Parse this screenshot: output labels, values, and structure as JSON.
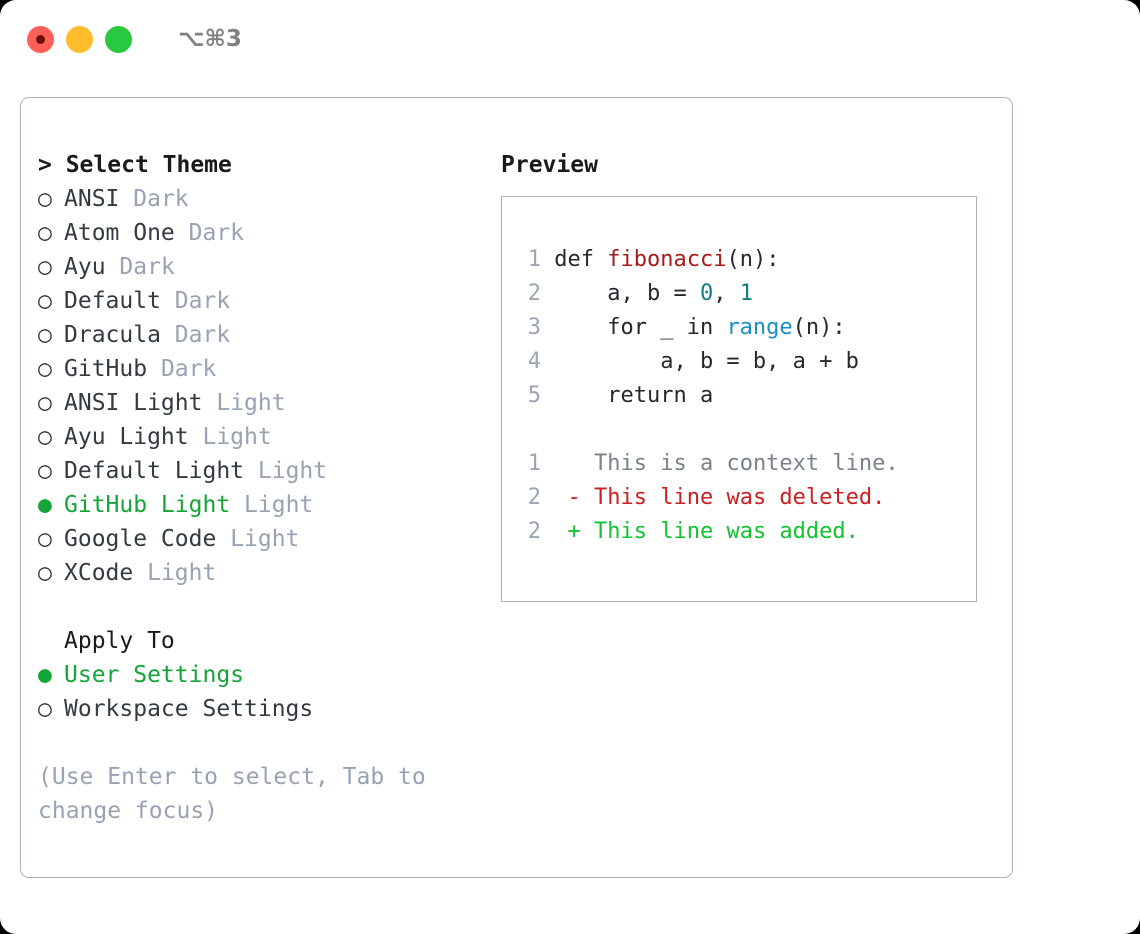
{
  "titlebar": {
    "dots": [
      {
        "name": "close-dot",
        "color": "#ff5f57"
      },
      {
        "name": "minimize-dot",
        "color": "#ffbd2e"
      },
      {
        "name": "maximize-dot",
        "color": "#28c840"
      }
    ],
    "shortcut": "⌥⌘3"
  },
  "theme_list": {
    "header_caret": "> ",
    "header": "Select Theme",
    "bullet_unselected": "○",
    "bullet_selected": "●",
    "items": [
      {
        "label": "ANSI",
        "variant": "Dark",
        "selected": false
      },
      {
        "label": "Atom One",
        "variant": "Dark",
        "selected": false
      },
      {
        "label": "Ayu",
        "variant": "Dark",
        "selected": false
      },
      {
        "label": "Default",
        "variant": "Dark",
        "selected": false
      },
      {
        "label": "Dracula",
        "variant": "Dark",
        "selected": false
      },
      {
        "label": "GitHub",
        "variant": "Dark",
        "selected": false
      },
      {
        "label": "ANSI Light",
        "variant": "Light",
        "selected": false
      },
      {
        "label": "Ayu Light",
        "variant": "Light",
        "selected": false
      },
      {
        "label": "Default Light",
        "variant": "Light",
        "selected": false
      },
      {
        "label": "GitHub Light",
        "variant": "Light",
        "selected": true
      },
      {
        "label": "Google Code",
        "variant": "Light",
        "selected": false
      },
      {
        "label": "XCode",
        "variant": "Light",
        "selected": false
      }
    ]
  },
  "apply_to": {
    "header": "Apply To",
    "items": [
      {
        "label": "User Settings",
        "selected": true
      },
      {
        "label": "Workspace Settings",
        "selected": false
      }
    ]
  },
  "help": {
    "text": "(Use Enter to select, Tab to change focus)"
  },
  "preview": {
    "title": "Preview",
    "code_lines": [
      {
        "no": "1",
        "segments": [
          {
            "t": "def ",
            "c": "code-body"
          },
          {
            "t": "fibonacci",
            "c": "tok-func"
          },
          {
            "t": "(n):",
            "c": "code-body"
          }
        ]
      },
      {
        "no": "2",
        "segments": [
          {
            "t": "    a, b = ",
            "c": "code-body"
          },
          {
            "t": "0",
            "c": "tok-num"
          },
          {
            "t": ", ",
            "c": "code-body"
          },
          {
            "t": "1",
            "c": "tok-num"
          }
        ]
      },
      {
        "no": "3",
        "segments": [
          {
            "t": "    for _ in ",
            "c": "code-body"
          },
          {
            "t": "range",
            "c": "tok-call"
          },
          {
            "t": "(n):",
            "c": "code-body"
          }
        ]
      },
      {
        "no": "4",
        "segments": [
          {
            "t": "        a, b = b, a + b",
            "c": "code-body"
          }
        ]
      },
      {
        "no": "5",
        "segments": [
          {
            "t": "    return a",
            "c": "code-body"
          }
        ]
      }
    ],
    "diff_lines": [
      {
        "no": "1",
        "sign": "  ",
        "text": "This is a context line.",
        "kind": "diff-context"
      },
      {
        "no": "2",
        "sign": "- ",
        "text": "This line was deleted.",
        "kind": "diff-del"
      },
      {
        "no": "2",
        "sign": "+ ",
        "text": "This line was added.",
        "kind": "diff-add"
      }
    ]
  },
  "colors": {
    "accent_green": "#13a538",
    "muted": "#98a2b3",
    "border": "#aab3c0",
    "code_func": "#a41b1b",
    "code_num": "#0f7e84",
    "code_call": "#1a8fc4",
    "diff_add": "#12c230",
    "diff_del": "#cc1f1f"
  }
}
